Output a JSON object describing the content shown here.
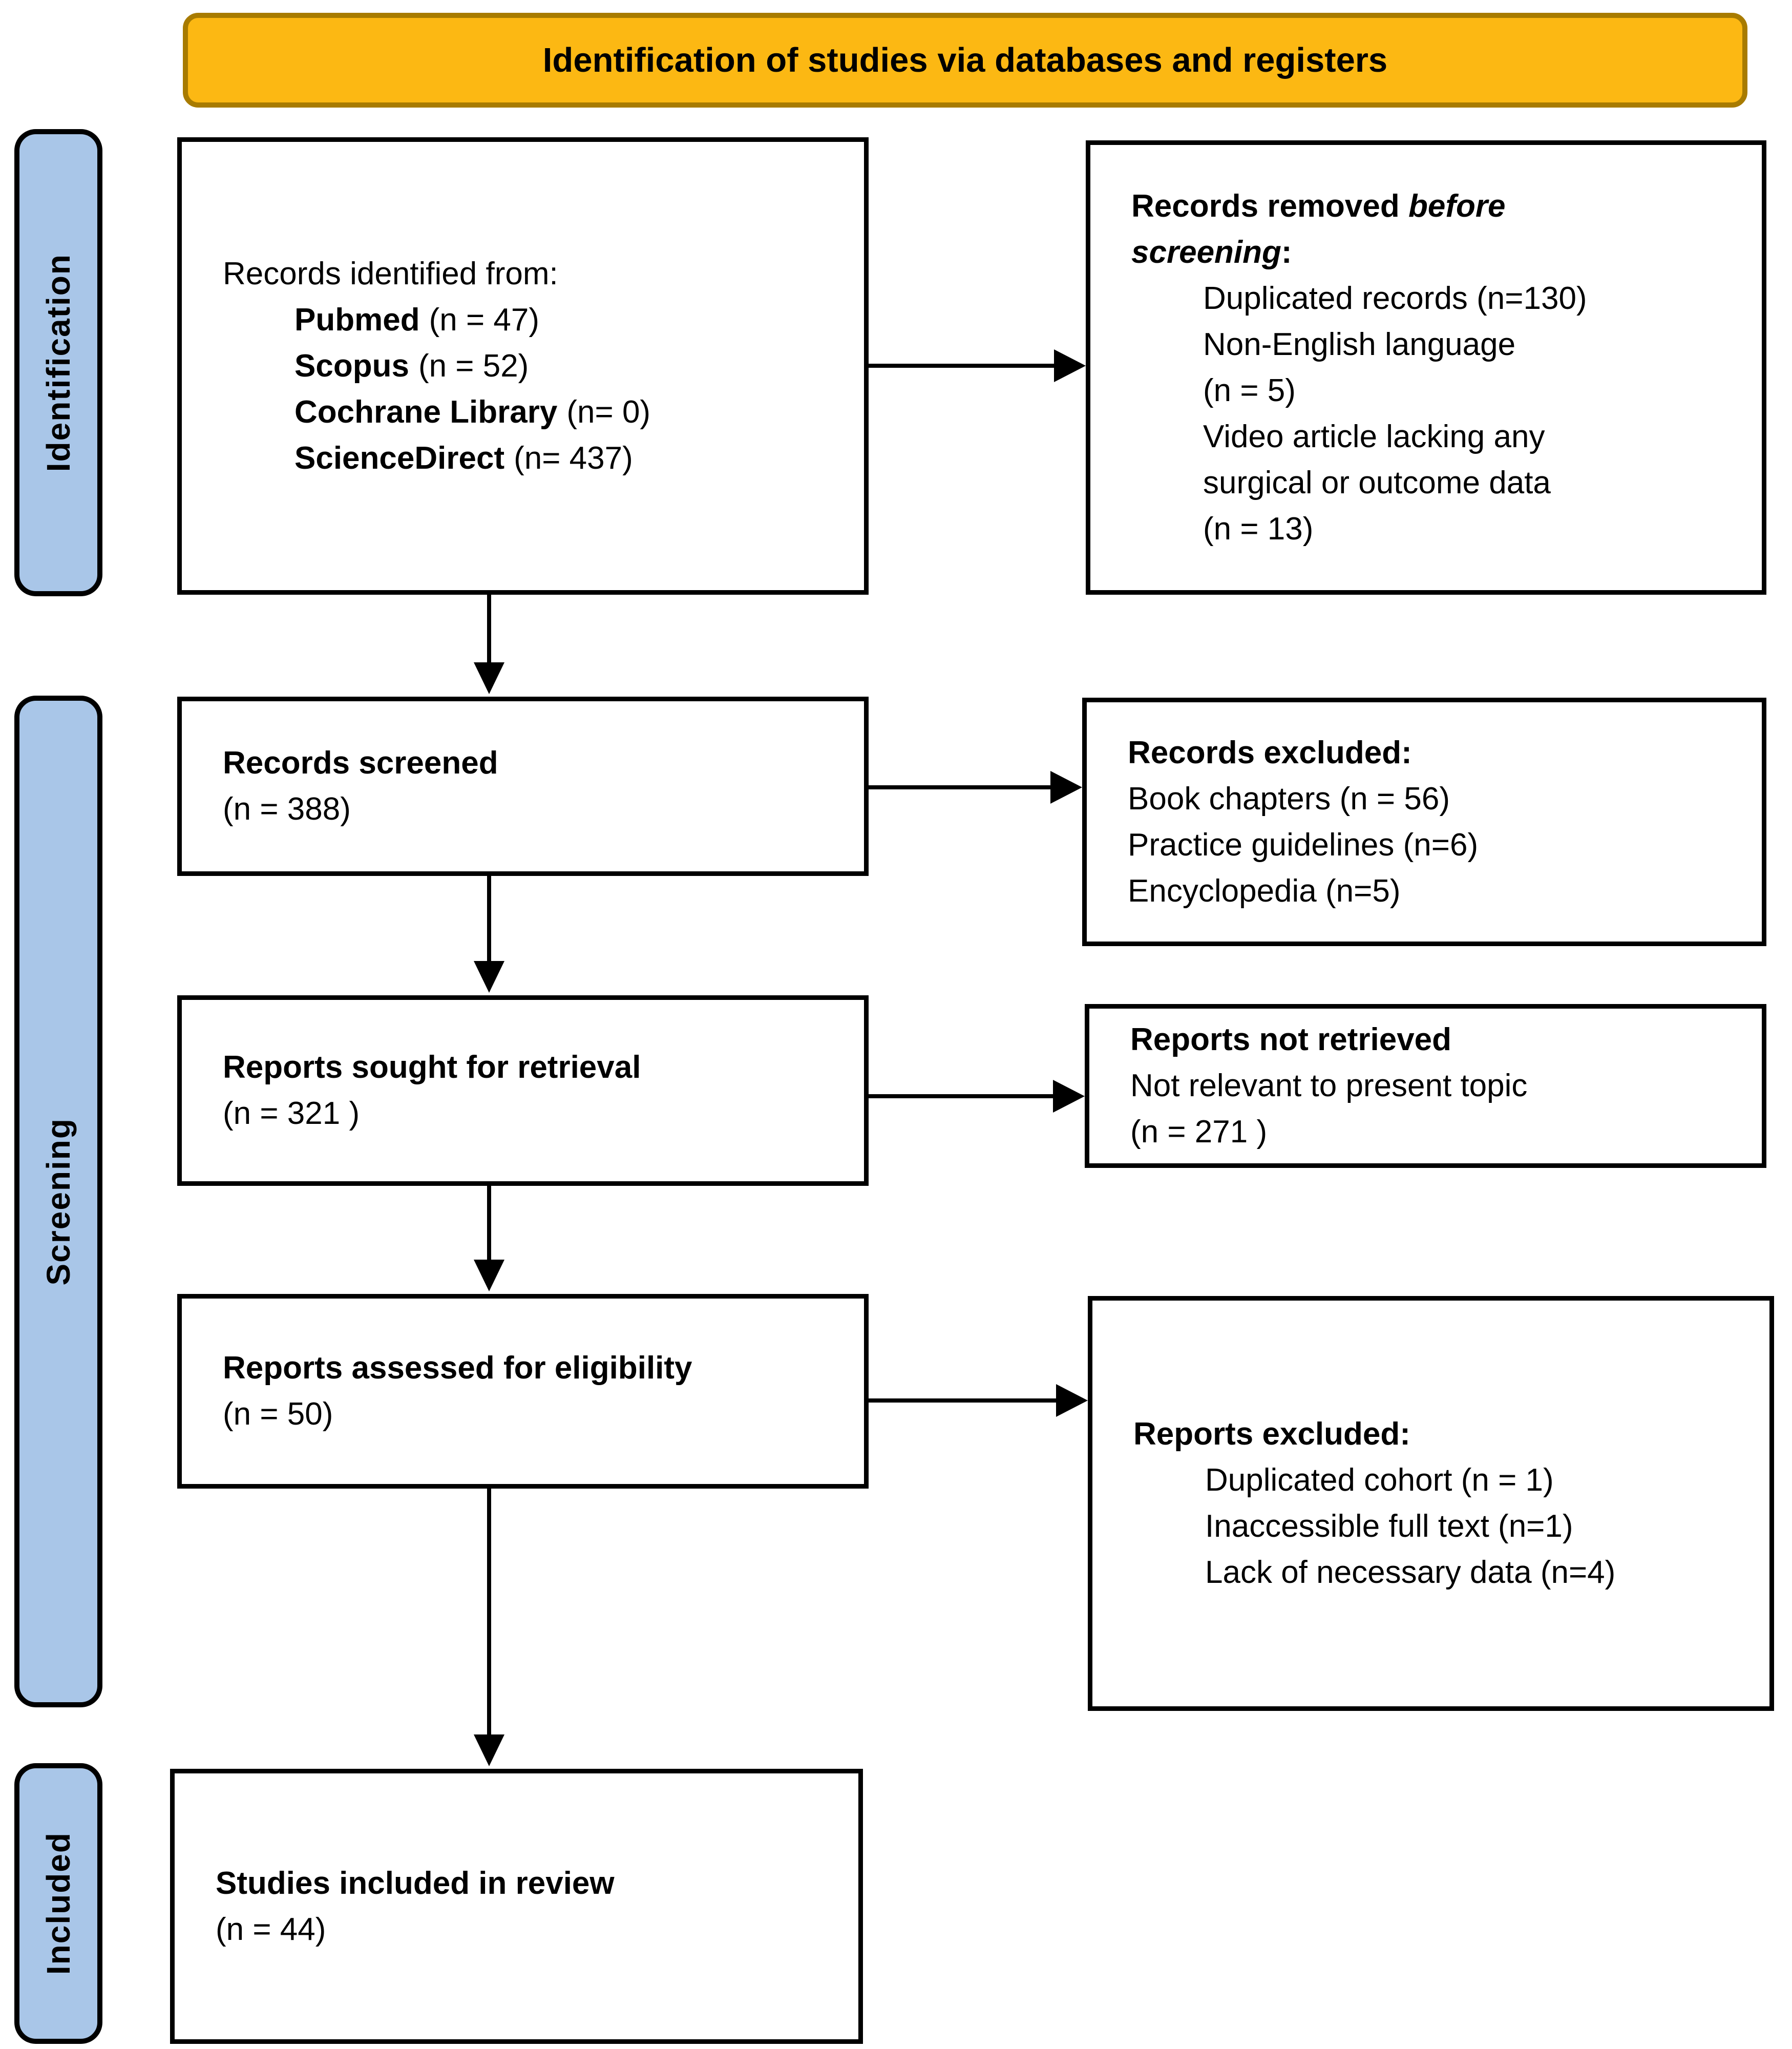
{
  "colors": {
    "banner_fill": "#FCB813",
    "banner_border": "#A87B00",
    "sidebar_fill": "#A9C6E8",
    "box_border": "#000000",
    "text": "#000000",
    "background": "#FFFFFF"
  },
  "banner": {
    "title": "Identification of studies via databases and registers"
  },
  "sidebars": [
    {
      "label": "Identification"
    },
    {
      "label": "Screening"
    },
    {
      "label": "Included"
    }
  ],
  "boxes": {
    "identified": {
      "intro": "Records identified from:",
      "sources": [
        {
          "name": "Pubmed",
          "count": "(n = 47)"
        },
        {
          "name": "Scopus",
          "count": "(n = 52)"
        },
        {
          "name": "Cochrane Library",
          "count": "(n= 0)"
        },
        {
          "name": "ScienceDirect",
          "count": "(n= 437)"
        }
      ]
    },
    "removed": {
      "heading_prefix": "Records removed ",
      "heading_emphasis": "before screening",
      "heading_suffix": ":",
      "items": [
        [
          "Duplicated records (n=130)"
        ],
        [
          "Non-English language",
          "(n = 5)"
        ],
        [
          "Video article lacking any",
          "surgical or outcome data",
          "(n = 13)"
        ]
      ]
    },
    "screened": {
      "title": "Records screened",
      "count": "(n = 388)"
    },
    "records_excluded": {
      "title": "Records excluded:",
      "items": [
        [
          "Book chapters (n = 56)"
        ],
        [
          "Practice guidelines (n=6)"
        ],
        [
          "Encyclopedia (n=5)"
        ]
      ]
    },
    "sought": {
      "title": "Reports sought for retrieval",
      "count": "(n = 321 )"
    },
    "not_retrieved": {
      "title": "Reports not retrieved",
      "lines": [
        "Not relevant to present topic",
        "(n = 271 )"
      ]
    },
    "assessed": {
      "title": "Reports assessed for eligibility",
      "count": "(n = 50)"
    },
    "reports_excluded": {
      "title": "Reports excluded:",
      "items": [
        [
          "Duplicated cohort (n = 1)"
        ],
        [
          "Inaccessible full text (n=1)"
        ],
        [
          "Lack of necessary data (n=4)"
        ]
      ]
    },
    "included": {
      "title": "Studies included in review",
      "count": "(n = 44)"
    }
  }
}
